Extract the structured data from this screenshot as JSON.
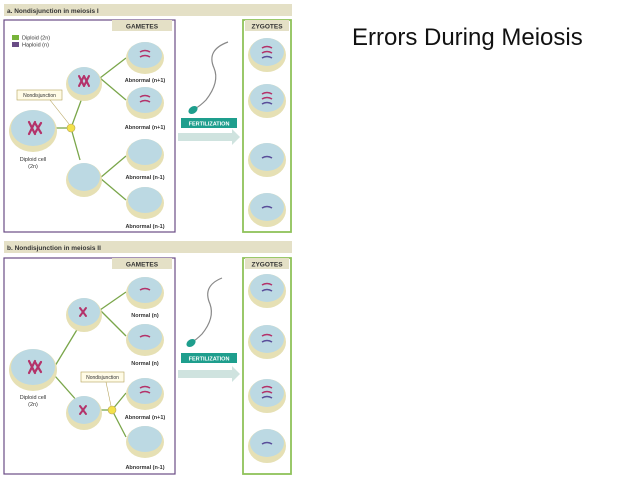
{
  "slide": {
    "title": "Errors During Meiosis"
  },
  "colors": {
    "panel_border": "#6a4c86",
    "zygote_border": "#8fc25a",
    "header_bar": "#e4e0c6",
    "gamete_fill": "#bcd9e3",
    "cell_rim": "#e6e0b4",
    "chromosome": "#b4336a",
    "fertilization": "#1e9e8d",
    "nondisjunction_dot": "#f3e14a"
  },
  "panels": [
    {
      "heading": "a. Nondisjunction in meiosis I",
      "gametes_label": "GAMETES",
      "zygotes_label": "ZYGOTES",
      "legend": [
        {
          "swatch_color": "#77b33a",
          "label": "Diploid  (2n)"
        },
        {
          "swatch_color": "#6a4c86",
          "label": "Haploid  (n)"
        }
      ],
      "callout": "Nondisjunction",
      "parent_label": "Diploid cell",
      "parent_sublabel": "(2n)",
      "gamete_labels": [
        "Abnormal (n+1)",
        "Abnormal (n+1)",
        "Abnormal (n-1)",
        "Abnormal (n-1)"
      ],
      "fertilization_label": "FERTILIZATION"
    },
    {
      "heading": "b. Nondisjunction in meiosis II",
      "gametes_label": "GAMETES",
      "zygotes_label": "ZYGOTES",
      "callout": "Nondisjunction",
      "parent_label": "Diploid cell",
      "parent_sublabel": "(2n)",
      "gamete_labels": [
        "Normal (n)",
        "Normal (n)",
        "Abnormal (n+1)",
        "Abnormal (n-1)"
      ],
      "fertilization_label": "FERTILIZATION"
    }
  ]
}
